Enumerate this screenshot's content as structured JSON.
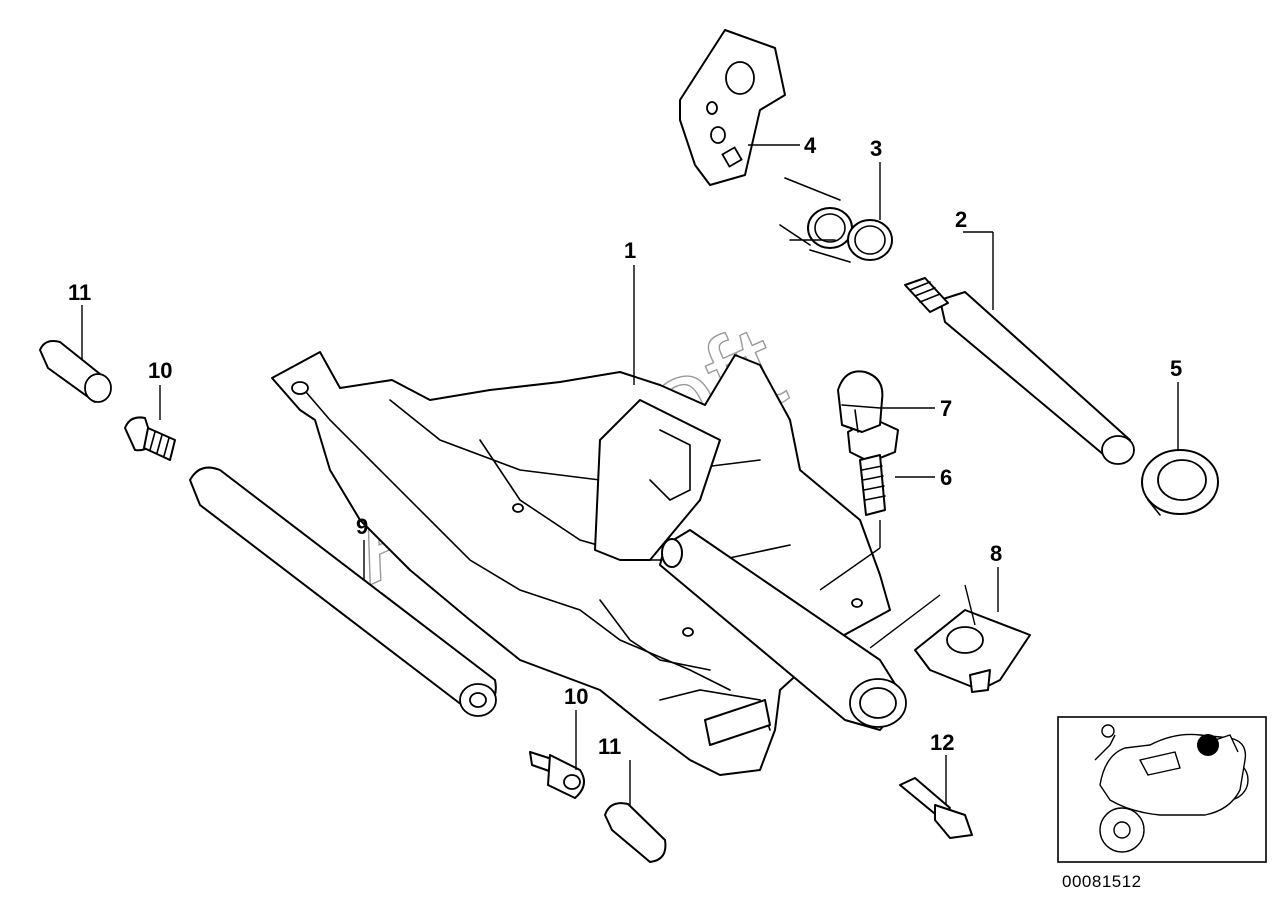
{
  "diagram": {
    "callouts": [
      {
        "id": "c1",
        "label": "1"
      },
      {
        "id": "c2",
        "label": "2"
      },
      {
        "id": "c3",
        "label": "3"
      },
      {
        "id": "c4",
        "label": "4"
      },
      {
        "id": "c5",
        "label": "5"
      },
      {
        "id": "c6",
        "label": "6"
      },
      {
        "id": "c7",
        "label": "7"
      },
      {
        "id": "c8",
        "label": "8"
      },
      {
        "id": "c9",
        "label": "9"
      },
      {
        "id": "c10a",
        "label": "10"
      },
      {
        "id": "c10b",
        "label": "10"
      },
      {
        "id": "c11a",
        "label": "11"
      },
      {
        "id": "c11b",
        "label": "11"
      },
      {
        "id": "c12",
        "label": "12"
      }
    ],
    "watermark": "AutoSoft",
    "document_number": "00081512",
    "colors": {
      "line": "#000000",
      "background": "#ffffff",
      "watermark": "#9a9a9a"
    }
  }
}
